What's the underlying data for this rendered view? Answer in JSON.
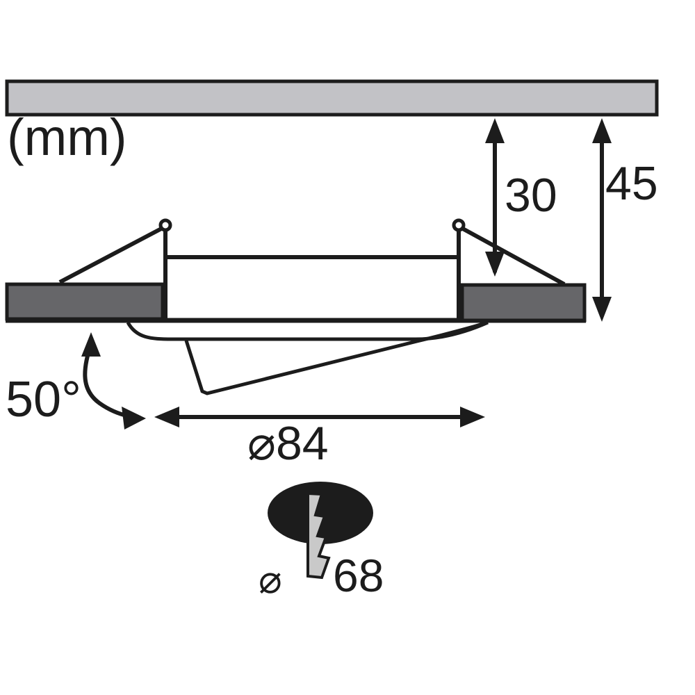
{
  "diagram": {
    "title": "recessed-spotlight-dimension-drawing",
    "unit_label": "(mm)",
    "dimensions": {
      "recess_depth": "30",
      "overall_depth": "45",
      "tilt_angle": "50°",
      "outer_diameter": "⌀84",
      "cutout_symbol": "⌀",
      "cutout_value": "68"
    },
    "icons": {
      "hole": "ceiling-cutout-hole-icon",
      "bolt": "lightning-bolt-icon"
    },
    "colors": {
      "line": "#1c1c1c",
      "ceiling_fill": "#c2c2c6",
      "flange_fill": "#666669",
      "hole_fill": "#1c1c1c",
      "bolt_fill": "#c9c9c9",
      "background": "#ffffff"
    }
  }
}
